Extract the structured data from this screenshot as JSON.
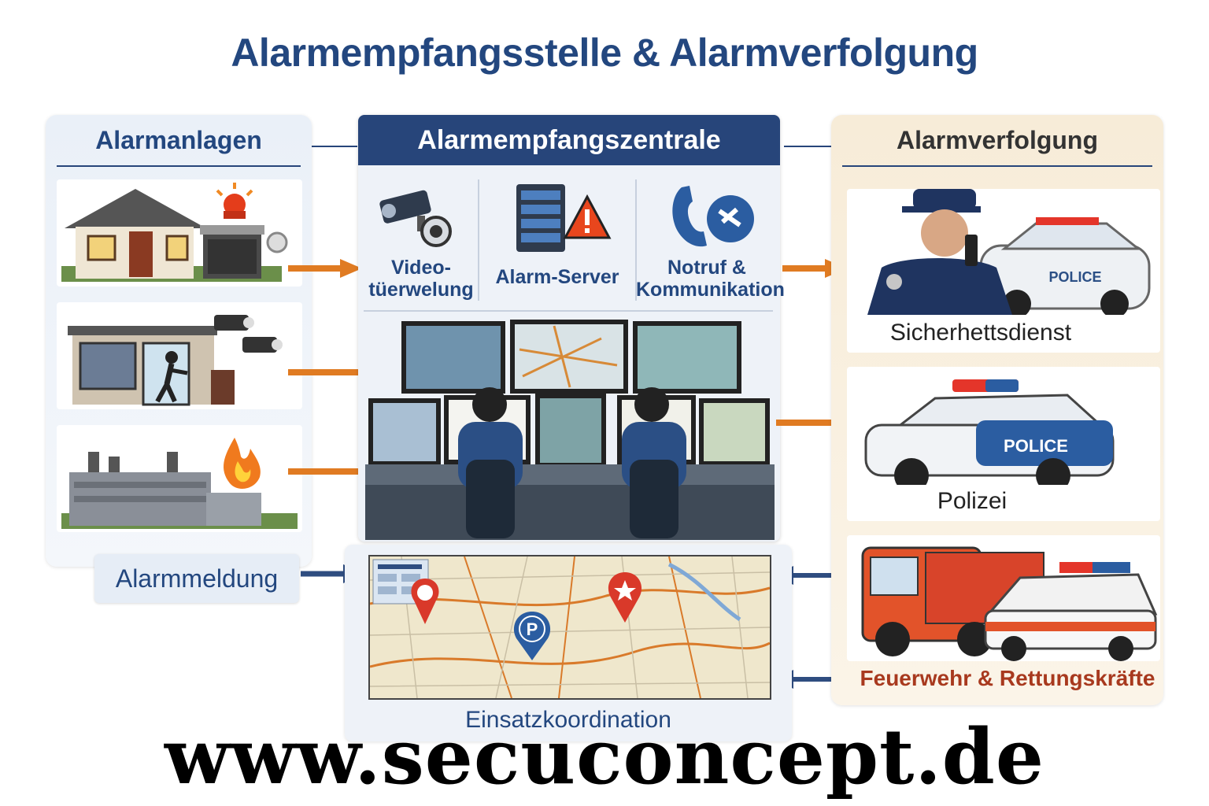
{
  "title": "Alarmempfangsstelle & Alarmverfolgung",
  "left": {
    "header": "Alarmanlagen",
    "badge": "Alarmmeldung"
  },
  "center": {
    "header": "Alarmempfangszentrale",
    "items": [
      {
        "label": "Video-\ntüerwelung",
        "icon": "camera-icon"
      },
      {
        "label": "Alarm-Server",
        "icon": "server-alert-icon"
      },
      {
        "label": "Notruf &\nKommunikation",
        "icon": "phone-icon"
      }
    ],
    "bottom_label": "Einsatzkoordination"
  },
  "right": {
    "header": "Alarmverfolgung",
    "cards": [
      {
        "label": "Sicherhettsdienst"
      },
      {
        "label": "Polizei"
      },
      {
        "label": "Feuerwehr & Rettungskräfte"
      }
    ],
    "police_text": "POLICE"
  },
  "map": {
    "pin_letter": "P"
  },
  "website": "www.secuconcept.de",
  "colors": {
    "navy": "#27457a",
    "arrow_orange": "#e07b22",
    "arrow_navy": "#2f4d80",
    "fire_red": "#a8391e"
  }
}
